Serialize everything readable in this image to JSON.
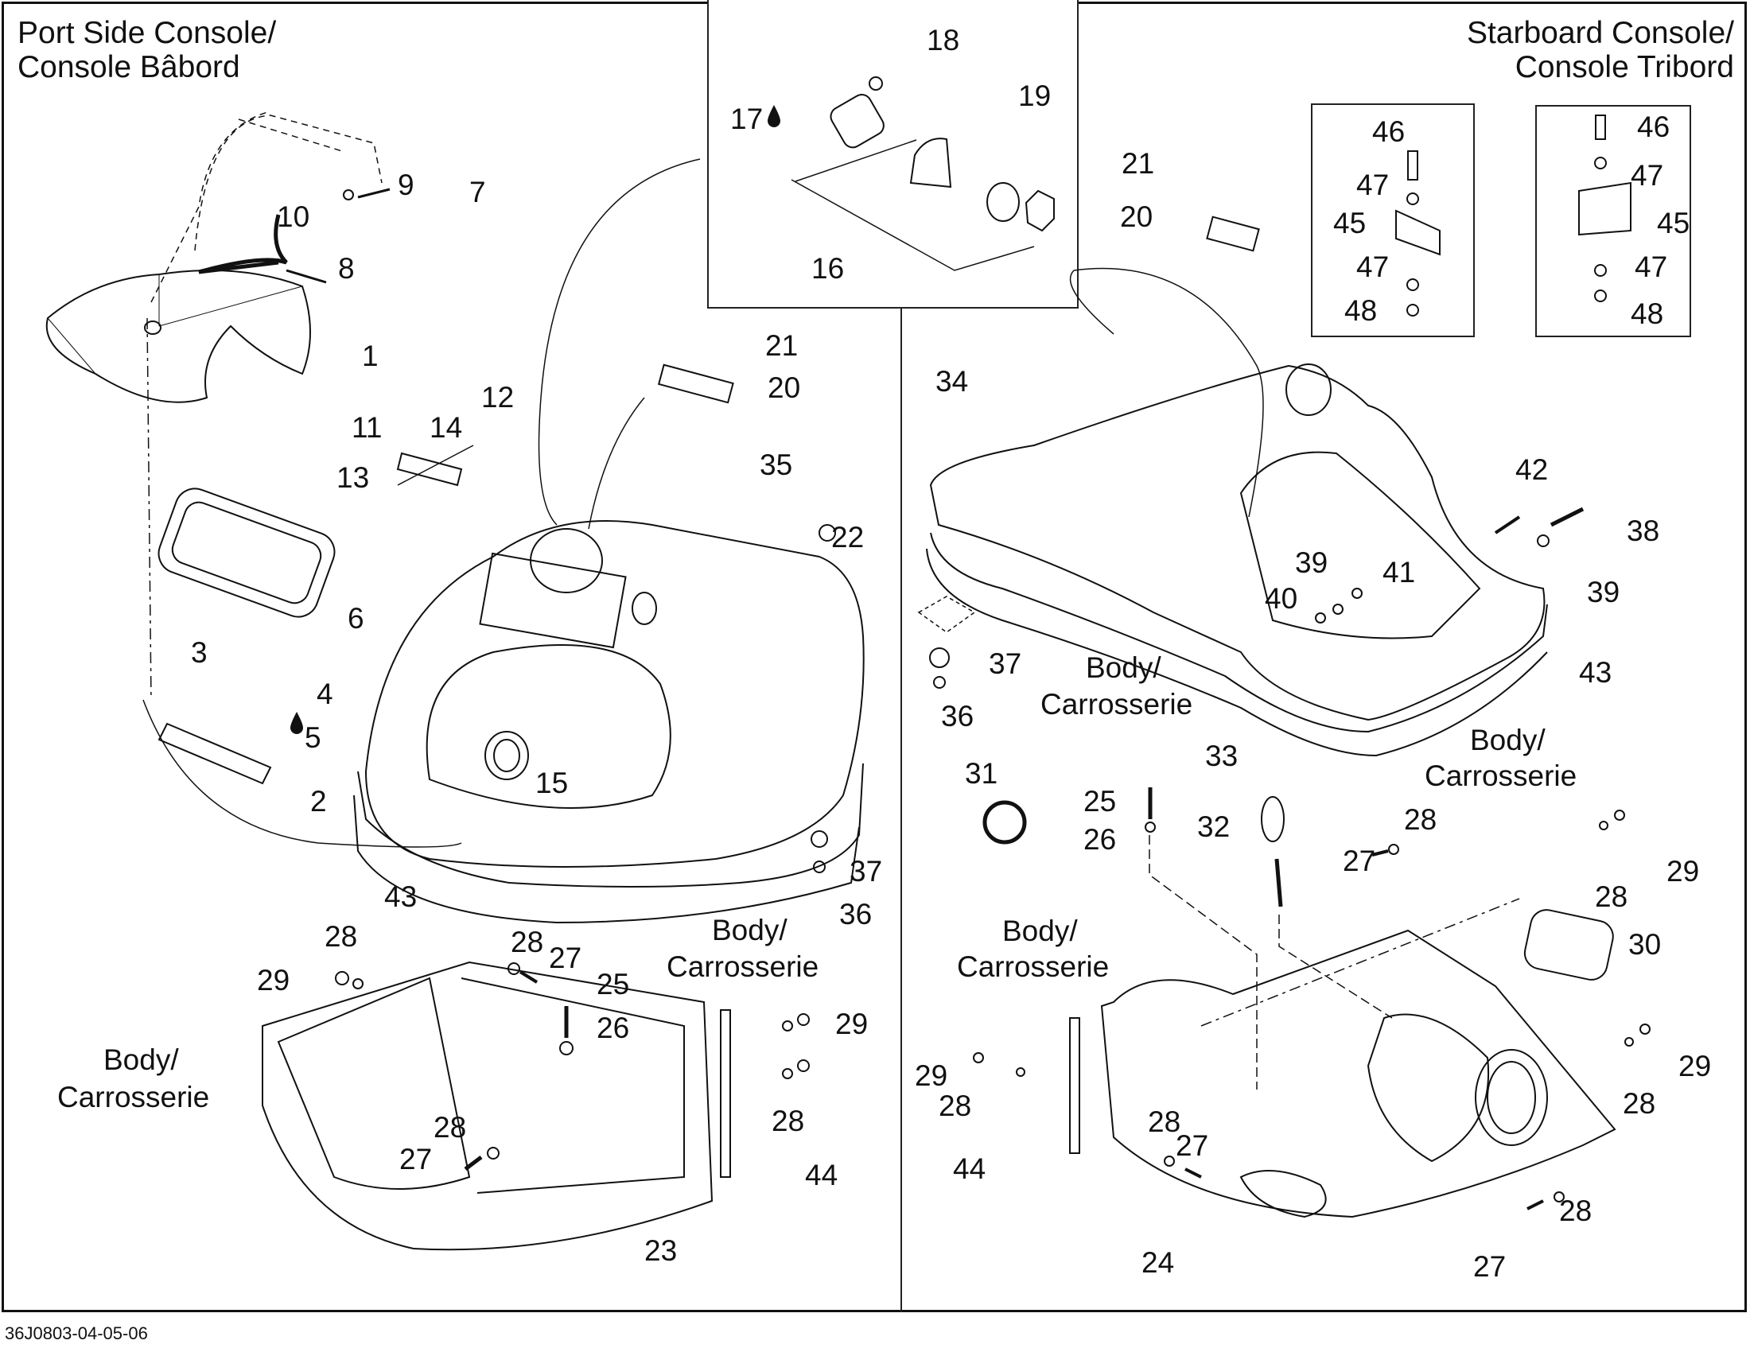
{
  "diagram": {
    "type": "exploded-parts-diagram",
    "sections": {
      "port": {
        "title_line1": "Port Side Console/",
        "title_line2": "Console Bâbord"
      },
      "starboard": {
        "title_line1": "Starboard Console/",
        "title_line2": "Console Tribord"
      }
    },
    "footer_code": "36J0803-04-05-06",
    "body_label": {
      "line1": "Body/",
      "line2": "Carrosserie"
    },
    "sealant_icon": "drop-icon",
    "callouts": {
      "port": [
        "1",
        "2",
        "3",
        "4",
        "5",
        "6",
        "7",
        "8",
        "9",
        "10",
        "11",
        "12",
        "13",
        "14",
        "15",
        "20",
        "21",
        "22",
        "23",
        "25",
        "26",
        "27",
        "27",
        "28",
        "28",
        "28",
        "28",
        "29",
        "29",
        "35",
        "36",
        "37",
        "43",
        "44"
      ],
      "inset_top": [
        "16",
        "17",
        "18",
        "19"
      ],
      "starboard": [
        "20",
        "21",
        "24",
        "25",
        "26",
        "27",
        "27",
        "27",
        "28",
        "28",
        "28",
        "28",
        "28",
        "28",
        "29",
        "29",
        "29",
        "30",
        "31",
        "32",
        "33",
        "34",
        "36",
        "37",
        "38",
        "39",
        "39",
        "40",
        "41",
        "42",
        "43",
        "44"
      ],
      "inset_left": [
        "45",
        "46",
        "47",
        "47",
        "48"
      ],
      "inset_right": [
        "45",
        "46",
        "47",
        "47",
        "48"
      ]
    },
    "labels": {
      "l1": "1",
      "l2": "2",
      "l3": "3",
      "l4": "4",
      "l5": "5",
      "l6": "6",
      "l7": "7",
      "l8": "8",
      "l9": "9",
      "l10": "10",
      "l11": "11",
      "l12": "12",
      "l13": "13",
      "l14": "14",
      "l15": "15",
      "l16": "16",
      "l17": "17",
      "l18": "18",
      "l19": "19",
      "l20": "20",
      "l21": "21",
      "l22": "22",
      "l23": "23",
      "l24": "24",
      "l25": "25",
      "l26": "26",
      "l27": "27",
      "l28": "28",
      "l29": "29",
      "l30": "30",
      "l31": "31",
      "l32": "32",
      "l33": "33",
      "l34": "34",
      "l35": "35",
      "l36": "36",
      "l37": "37",
      "l38": "38",
      "l39": "39",
      "l40": "40",
      "l41": "41",
      "l42": "42",
      "l43": "43",
      "l44": "44",
      "l45": "45",
      "l46": "46",
      "l47": "47",
      "l48": "48"
    }
  }
}
